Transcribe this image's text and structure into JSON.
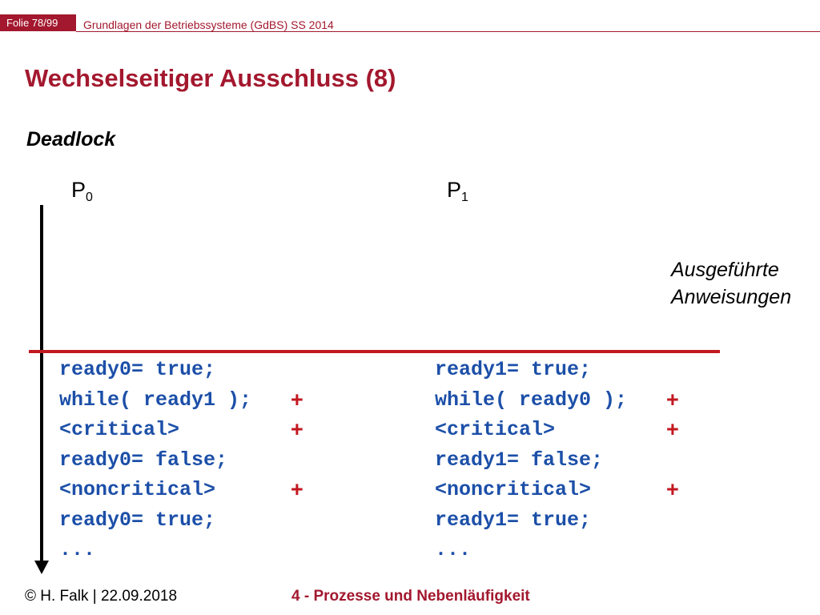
{
  "header": {
    "slide_number": "Folie 78/99",
    "course": "Grundlagen der Betriebssysteme (GdBS) SS 2014"
  },
  "slide": {
    "title": "Wechselseitiger Ausschluss (8)",
    "subtitle": "Deadlock",
    "executed_label_line1": "Ausgeführte",
    "executed_label_line2": "Anweisungen"
  },
  "processes": [
    {
      "name": "P",
      "subscript": "0",
      "code": [
        {
          "text": "ready0= true;",
          "mark": ""
        },
        {
          "text": "while( ready1 );",
          "mark": "+"
        },
        {
          "text": "<critical>",
          "mark": "+"
        },
        {
          "text": "ready0= false;",
          "mark": ""
        },
        {
          "text": "<noncritical>",
          "mark": "+"
        },
        {
          "text": "ready0= true;",
          "mark": ""
        },
        {
          "text": "...",
          "mark": ""
        }
      ]
    },
    {
      "name": "P",
      "subscript": "1",
      "code": [
        {
          "text": "ready1= true;",
          "mark": ""
        },
        {
          "text": "while( ready0 );",
          "mark": "+"
        },
        {
          "text": "<critical>",
          "mark": "+"
        },
        {
          "text": "ready1= false;",
          "mark": ""
        },
        {
          "text": "<noncritical>",
          "mark": "+"
        },
        {
          "text": "ready1= true;",
          "mark": ""
        },
        {
          "text": "...",
          "mark": ""
        }
      ]
    }
  ],
  "footer": {
    "author": "© H. Falk | 22.09.2018",
    "chapter": "4 - Prozesse und Nebenläufigkeit"
  },
  "colors": {
    "brand": "#a3182e",
    "code": "#1c4fa8",
    "marker": "#c21820"
  }
}
